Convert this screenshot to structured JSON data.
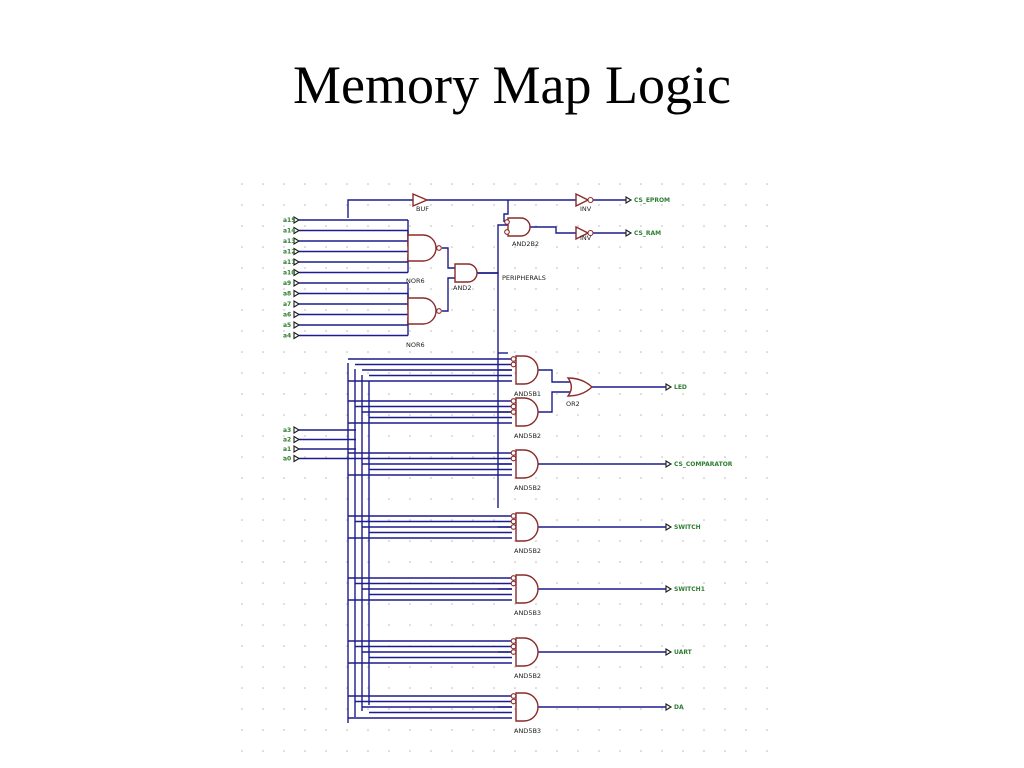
{
  "title": "Memory Map Logic",
  "schematic": {
    "colors": {
      "wire": "#1c1c8c",
      "gate": "#8a2a2a",
      "port_label": "#2e7d32",
      "grid": "#b9b9b9"
    },
    "upper_inputs": [
      "a15",
      "a14",
      "a13",
      "a12",
      "a11",
      "a10",
      "a9",
      "a8",
      "a7",
      "a6",
      "a5",
      "a4"
    ],
    "lower_inputs": [
      "a3",
      "a2",
      "a1",
      "a0"
    ],
    "upper_gates": [
      {
        "id": "buf",
        "type": "BUF"
      },
      {
        "id": "nor-1",
        "type": "NOR6"
      },
      {
        "id": "nor-2",
        "type": "NOR6"
      },
      {
        "id": "and2-a",
        "type": "AND2"
      },
      {
        "id": "and2-b",
        "type": "AND2B2"
      },
      {
        "id": "inv-1",
        "type": "INV"
      },
      {
        "id": "inv-2",
        "type": "INV"
      }
    ],
    "upper_outputs": [
      "CS_EPROM",
      "CS_RAM"
    ],
    "net_label": "PERIPHERALS",
    "lower_gates": [
      {
        "id": "and5-1",
        "type": "AND5B1"
      },
      {
        "id": "and5-2",
        "type": "AND5B2"
      },
      {
        "id": "or2",
        "type": "OR2"
      },
      {
        "id": "and5-3",
        "type": "AND5B2"
      },
      {
        "id": "and5-4",
        "type": "AND5B2"
      },
      {
        "id": "and5-5",
        "type": "AND5B3"
      },
      {
        "id": "and5-6",
        "type": "AND5B2"
      },
      {
        "id": "and5-7",
        "type": "AND5B3"
      }
    ],
    "lower_outputs": [
      "LED",
      "CS_COMPARATOR",
      "SWITCH",
      "SWITCH1",
      "UART",
      "DA"
    ]
  }
}
